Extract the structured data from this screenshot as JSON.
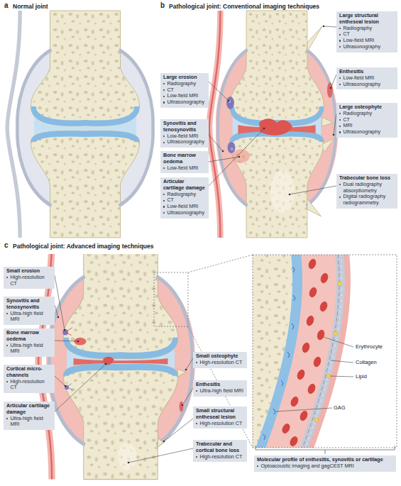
{
  "diagram": {
    "nodes": [
      {
        "text": [
          "Large erosion",
          "Radiography",
          "CT",
          "Low-field MRI",
          "Ultrasonography"
        ]
      },
      {
        "text": [
          "Synovitis and tenosynovitis",
          "Low-field MRI",
          "Ultrasonography"
        ]
      },
      {
        "text": [
          "Bone marrow oedema",
          "Low-field MRI"
        ]
      },
      {
        "text": [
          "Articular cartilage damage",
          "Radiography",
          "CT",
          "Low-field MRI",
          "Ultrasonography"
        ]
      },
      {
        "text": [
          "Large structural entheseal lesion",
          "Radiography",
          "CT",
          "Low-field MRI",
          "Ultrasonography"
        ]
      },
      {
        "text": [
          "Enthesitis",
          "Low-field MRI",
          "Ultrasonography"
        ]
      },
      {
        "text": [
          "Large osteophyte",
          "Radiography",
          "CT",
          "MRI",
          "Ultrasonography"
        ]
      },
      {
        "text": [
          "Trabecular bone loss",
          "Dual radiography absorptiometry",
          "Digital radiography radiogrammetry"
        ]
      },
      {
        "text": [
          "Small erosion",
          "High-resolution CT"
        ]
      },
      {
        "text": [
          "Synovitis and tenosynovitis",
          "Ultra-high field MRI"
        ]
      },
      {
        "text": [
          "Bone marrow oedema",
          "Ultra-high field MRI"
        ]
      },
      {
        "text": [
          "Cortical micro-channels",
          "High-resolution CT"
        ]
      },
      {
        "text": [
          "Articular cartilage damage",
          "Ultra-high field MRI"
        ]
      },
      {
        "text": [
          "Small osteophyte",
          "High-resolution CT"
        ]
      },
      {
        "text": [
          "Enthesitis",
          "Ultra-high field MRI"
        ]
      },
      {
        "text": [
          "Small structural entheseal lesion",
          "High-resolution CT"
        ]
      },
      {
        "text": [
          "Trabecular and cortical bone loss",
          "High-resolution CT"
        ]
      },
      {
        "text": [
          "Molecular profile of enthesitis, synovitis or cartilage",
          "Optoacoustic imaging and gagCEST MRI"
        ]
      }
    ],
    "labels": [
      "a",
      "Normal joint",
      "b",
      "Pathological joint: Conventional imaging techniques",
      "c",
      "Pathological joint: Advanced imaging techniques",
      "Erythrocyte",
      "Collagen",
      "Lipid",
      "GAG"
    ]
  }
}
